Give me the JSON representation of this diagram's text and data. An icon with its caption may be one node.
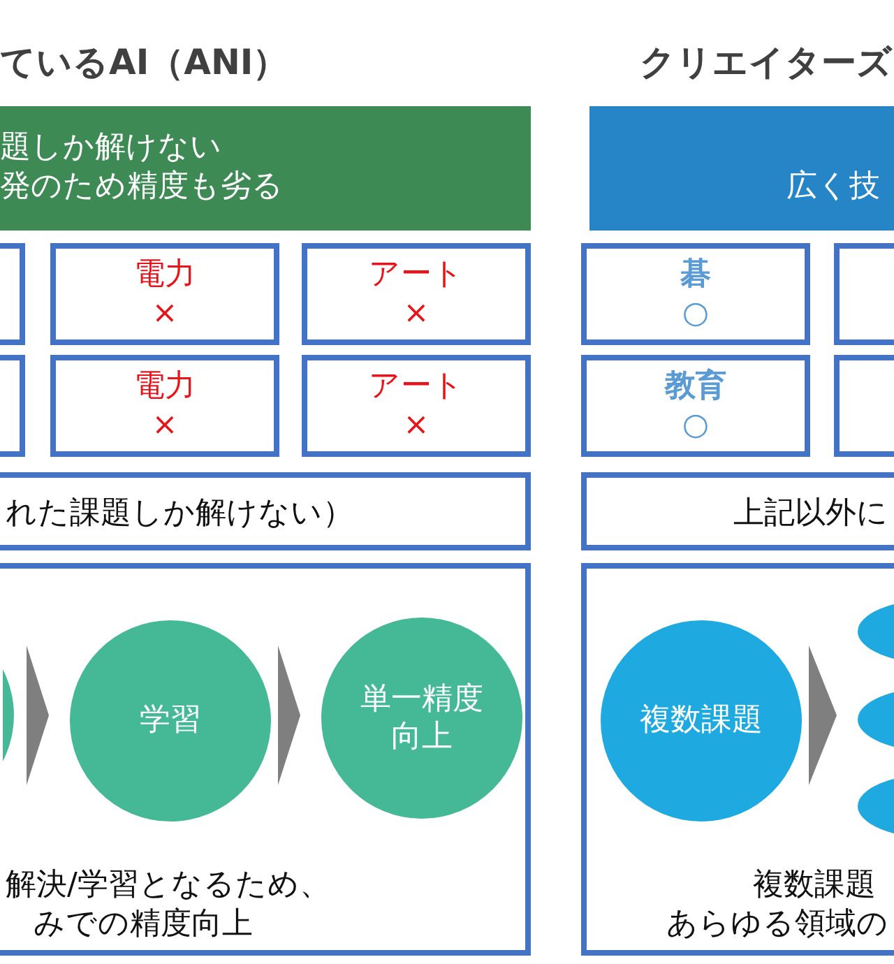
{
  "diagram": {
    "nodes": [
      {
        "text": [
          "題しか解けない",
          "発のため精度も劣る"
        ]
      },
      {
        "text": [
          "広く技"
        ]
      },
      {
        "text": [],
        "shape": "box"
      },
      {
        "text": [
          "電力",
          "×"
        ]
      },
      {
        "text": [
          "アート",
          "×"
        ]
      },
      {
        "text": [
          "碁",
          "○"
        ]
      },
      {
        "text": [],
        "shape": "box"
      },
      {
        "text": [],
        "shape": "box"
      },
      {
        "text": [
          "電力",
          "×"
        ]
      },
      {
        "text": [
          "アート",
          "×"
        ]
      },
      {
        "text": [
          "教育",
          "○"
        ]
      },
      {
        "text": [],
        "shape": "box"
      },
      {
        "text": [
          "れた課題しか解けない）"
        ]
      },
      {
        "text": [
          "上記以外に"
        ]
      },
      {
        "text": [
          "解決/学習となるため、",
          "みでの精度向上"
        ]
      },
      {
        "text": [
          "複数課題",
          "あらゆる領域の"
        ]
      },
      {
        "text": [],
        "shape": "circle"
      },
      {
        "text": [
          "学習"
        ],
        "in": 14
      },
      {
        "text": [
          "単一精度向上"
        ],
        "in": 14
      },
      {
        "text": [
          "複数課題"
        ],
        "in": 15
      },
      {
        "text": [],
        "shape": "ellipse",
        "in": 15
      },
      {
        "text": [],
        "shape": "ellipse",
        "in": 15
      },
      {
        "text": [],
        "shape": "ellipse",
        "in": 15
      }
    ],
    "edges": [
      {
        "from": 16,
        "to": 17,
        "arrow": "to"
      },
      {
        "from": 17,
        "to": 18,
        "arrow": "to"
      },
      {
        "from": 19,
        "to": 21,
        "arrow": "to"
      }
    ],
    "labels": [
      "ているAI（ANI）",
      "クリエイターズ"
    ]
  }
}
